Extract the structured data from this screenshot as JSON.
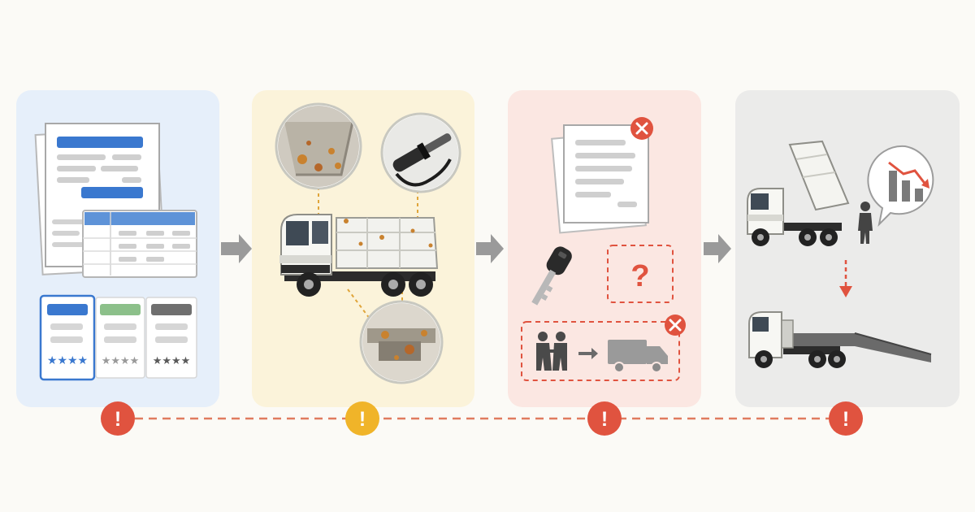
{
  "panels": [
    {
      "id": "research",
      "bg": "#e6effa",
      "status": "warning"
    },
    {
      "id": "inspection",
      "bg": "#fbf3da",
      "status": "caution"
    },
    {
      "id": "documents",
      "bg": "#fbe7e2",
      "status": "warning"
    },
    {
      "id": "resale",
      "bg": "#ebebea",
      "status": "warning"
    }
  ],
  "question_mark": "?",
  "alert_glyph": "!",
  "colors": {
    "warning": "#e0533f",
    "caution": "#f0b429",
    "arrow": "#9a9a9a",
    "accent_blue": "#3a78cf",
    "accent_green": "#8cc08a",
    "rust": "#c9822f",
    "connector": "#e07b5f"
  },
  "icons": [
    "document-stack-icon",
    "comparison-cards-icon",
    "truck-icon",
    "rusted-bed-icon",
    "hydraulic-cylinder-icon",
    "rusted-chassis-icon",
    "rejected-document-icon",
    "key-icon",
    "unknown-history-icon",
    "handshake-transfer-icon",
    "value-drop-chart-icon",
    "tow-truck-icon"
  ]
}
